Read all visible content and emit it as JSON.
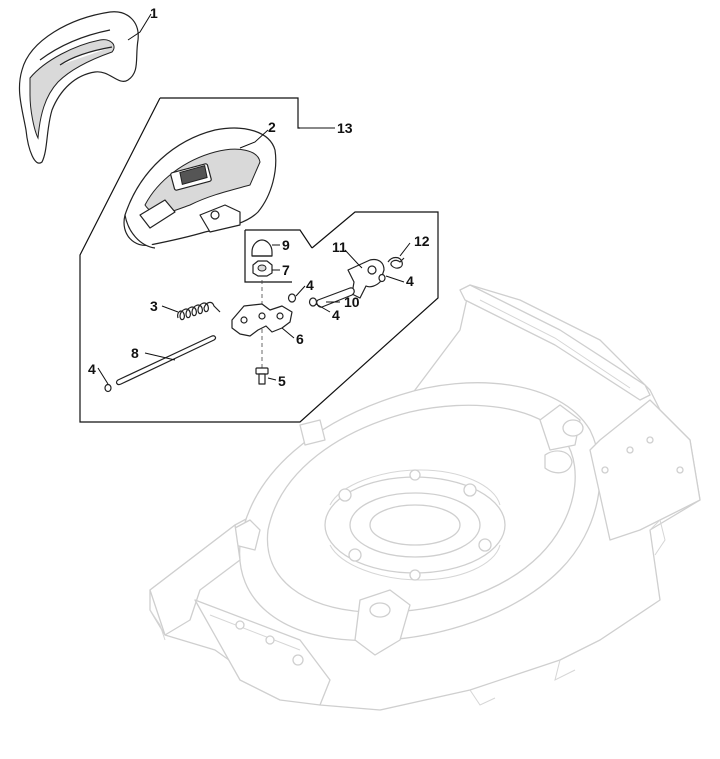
{
  "diagram": {
    "callouts": [
      {
        "id": "c1",
        "label": "1"
      },
      {
        "id": "c2",
        "label": "2"
      },
      {
        "id": "c13",
        "label": "13"
      },
      {
        "id": "c9",
        "label": "9"
      },
      {
        "id": "c7",
        "label": "7"
      },
      {
        "id": "c11",
        "label": "11"
      },
      {
        "id": "c12",
        "label": "12"
      },
      {
        "id": "c4a",
        "label": "4"
      },
      {
        "id": "c4b",
        "label": "4"
      },
      {
        "id": "c10",
        "label": "10"
      },
      {
        "id": "c4c",
        "label": "4"
      },
      {
        "id": "c3",
        "label": "3"
      },
      {
        "id": "c6",
        "label": "6"
      },
      {
        "id": "c8",
        "label": "8"
      },
      {
        "id": "c4d",
        "label": "4"
      },
      {
        "id": "c5",
        "label": "5"
      }
    ]
  }
}
